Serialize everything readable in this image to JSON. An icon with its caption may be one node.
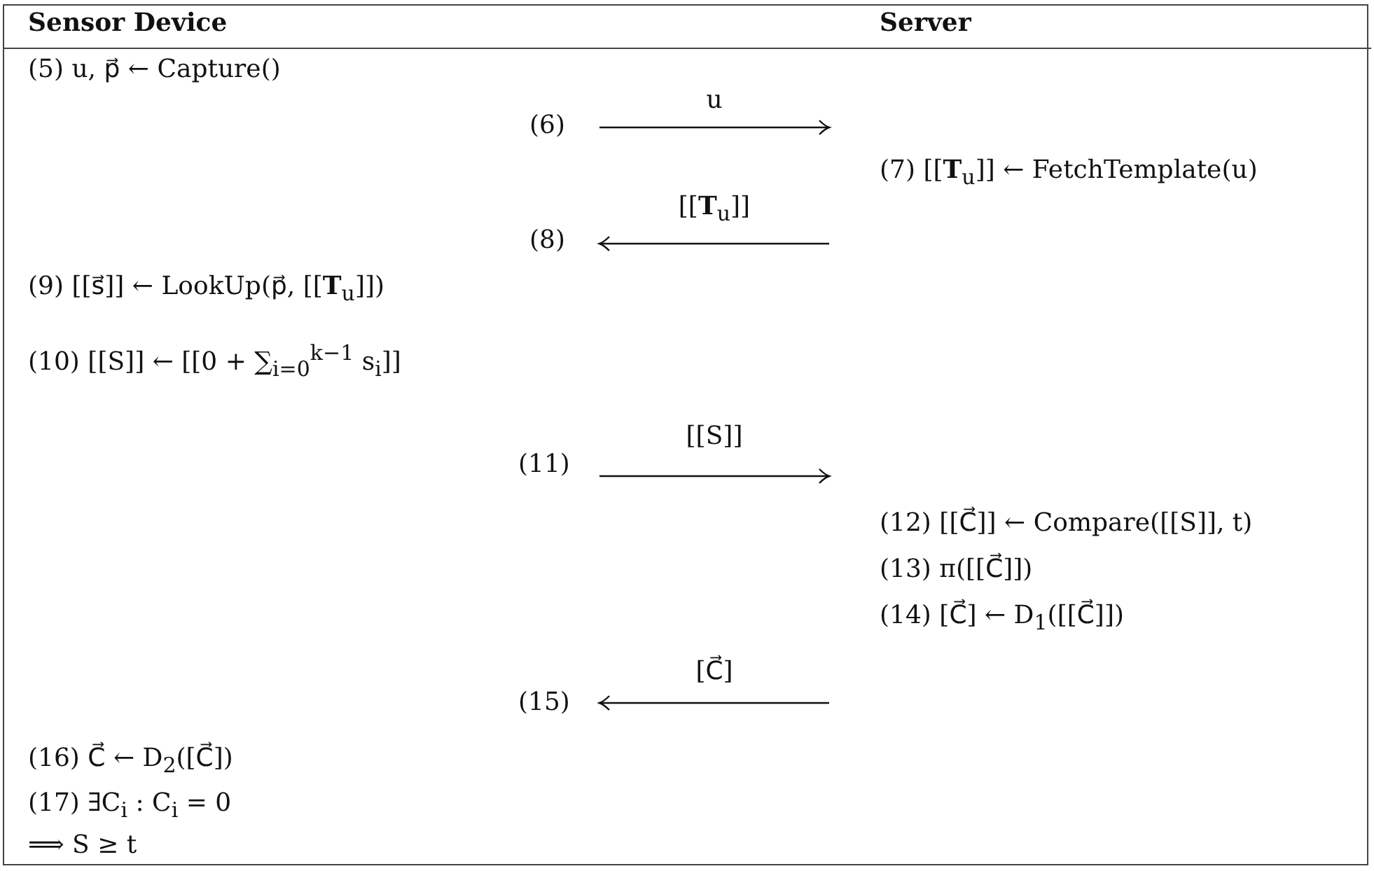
{
  "diagram": {
    "labels": [
      "Sensor Device",
      "Server",
      "(5) u, p⃗ ← Capture()",
      "(6)",
      "u",
      "(7) [[**T**$_{u}$]] ← FetchTemplate(u)",
      "(8)",
      "[[**T**$_{u}$]]",
      "(9) [[s⃗]] ← LookUp(p⃗, [[**T**$_{u}$]])",
      "(10) [[S]] ← [[0 + ∑$_{i=0}$$^{k−1}$ s$_{i}$]]",
      "(11)",
      "[[S]]",
      "(12) [[C⃗]] ← Compare([[S]], t)",
      "(13) π([[C⃗]])",
      "(14) [C⃗] ← D$_{1}$([[C⃗]])",
      "(15)",
      "[C⃗]",
      "(16) C⃗ ← D$_{2}$([C⃗])",
      "(17) ∃C$_{i}$ : C$_{i}$ = 0",
      "⟹ S ≥ t"
    ]
  }
}
